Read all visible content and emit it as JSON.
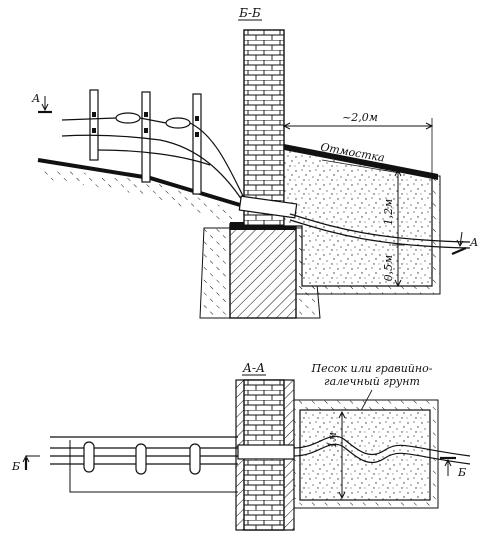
{
  "section_bb": {
    "title": "Б-Б",
    "cut_marker_a": "А",
    "cut_marker_a_right": "А",
    "dim_width": "~2,0м",
    "label_blind_area": "Отмостка",
    "dim_depth_upper": "1,2м",
    "dim_depth_lower": "0,5м"
  },
  "section_aa": {
    "title": "А-А",
    "label_fill": "Песок или гравийно-галечный грунт",
    "label_fill_line1": "Песок или гравийно-",
    "label_fill_line2": "галечный грунт",
    "dim_height": "1м",
    "cut_marker_b_left": "Б",
    "cut_marker_b_right": "Б"
  }
}
